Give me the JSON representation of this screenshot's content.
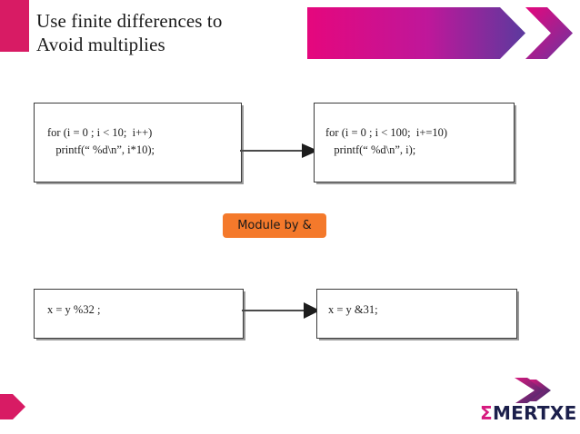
{
  "slide": {
    "title": "Use finite differences to\nAvoid multiplies",
    "background": "#ffffff"
  },
  "header": {
    "accent_block_color": "#d81b64",
    "band_gradient_from": "#e5077d",
    "band_gradient_to": "#5b3a9e",
    "chevron_gradient_from": "#e5077d",
    "chevron_gradient_to": "#5b3a9e",
    "accent_block_name": "pink-accent-block"
  },
  "diagram": {
    "boxes": [
      {
        "id": "top-left",
        "lines": "for (i = 0 ; i < 10;  i++)\n   printf(“ %d\\n”, i*10);"
      },
      {
        "id": "top-right",
        "lines": "for (i = 0 ; i < 100;  i+=10)\n   printf(“ %d\\n”, i);"
      },
      {
        "id": "bottom-left",
        "lines": "x = y %32 ;"
      },
      {
        "id": "bottom-right",
        "lines": "x = y &31;"
      }
    ],
    "arrow_color": "#4a4a4a",
    "badge": {
      "label": "Module by &",
      "background": "#f4792b",
      "text_color": "#1a1a1a"
    }
  },
  "footer": {
    "arrow_color": "#d81b64",
    "logo": {
      "sigma": "Σ",
      "word": "MERTXE",
      "word_color": "#1b1f4b",
      "sigma_color": "#d6197e",
      "chevron_gradient_from": "#d6197e",
      "chevron_gradient_to": "#2b2f6b"
    }
  }
}
